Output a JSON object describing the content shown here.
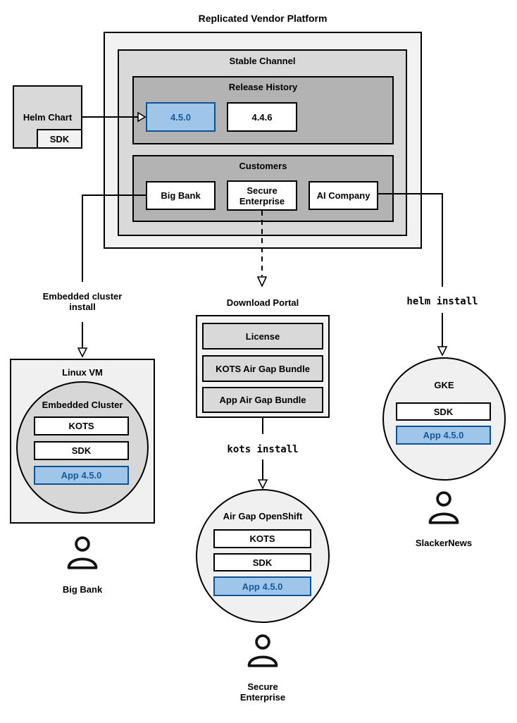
{
  "title": "Replicated Vendor Platform",
  "stable_channel": {
    "title": "Stable Channel",
    "release_history": {
      "title": "Release History",
      "current_release": "4.5.0",
      "previous_release": "4.4.6"
    },
    "customers": {
      "title": "Customers",
      "items": [
        "Big Bank",
        "Secure Enterprise",
        "AI Company"
      ]
    }
  },
  "helm_chart": {
    "label": "Helm Chart",
    "sdk_label": "SDK"
  },
  "install_labels": {
    "embedded": "Embedded cluster install",
    "helm": "helm install",
    "kots": "kots install"
  },
  "download_portal": {
    "title": "Download Portal",
    "items": [
      "License",
      "KOTS Air Gap Bundle",
      "App Air Gap Bundle"
    ]
  },
  "linux_vm": {
    "title": "Linux VM",
    "embedded_cluster": {
      "title": "Embedded Cluster",
      "kots": "KOTS",
      "sdk": "SDK",
      "app": "App 4.5.0"
    },
    "user": "Big Bank"
  },
  "air_gap_openshift": {
    "title": "Air Gap OpenShift",
    "kots": "KOTS",
    "sdk": "SDK",
    "app": "App 4.5.0",
    "user": "Secure Enterprise"
  },
  "gke": {
    "title": "GKE",
    "sdk": "SDK",
    "app": "App 4.5.0",
    "user": "SlackerNews"
  },
  "colors": {
    "highlight_fill": "#9fc5e8",
    "highlight_border": "#0b5394",
    "highlight_text": "#155a9e",
    "line": "#000000"
  }
}
